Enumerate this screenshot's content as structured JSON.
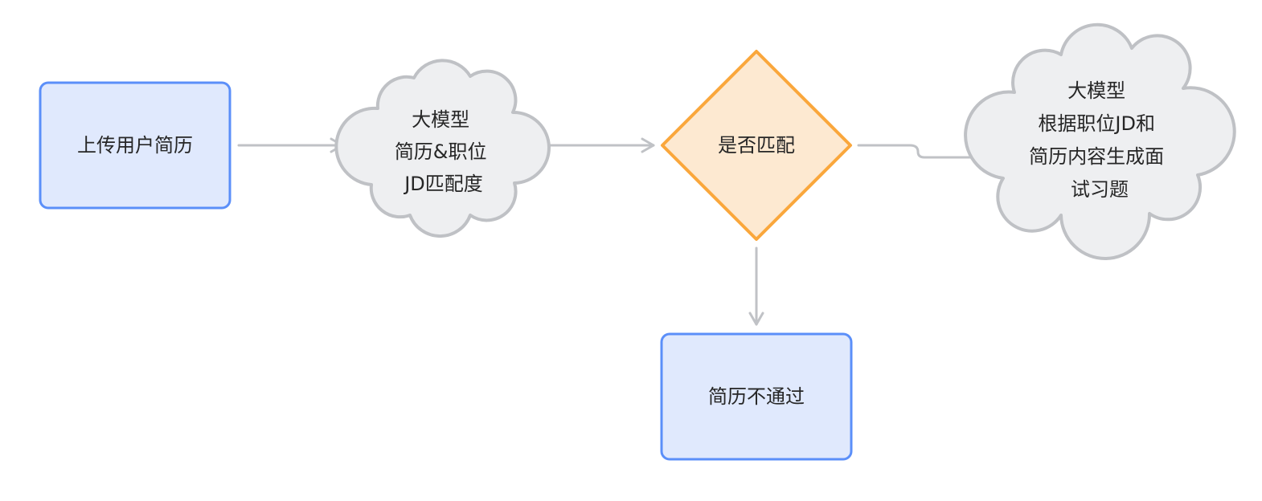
{
  "colors": {
    "canvas_background": "#ffffff",
    "process_fill": "#e0e9fd",
    "process_stroke": "#5b8ff9",
    "cloud_fill": "#eeeff1",
    "cloud_stroke": "#bfc1c5",
    "decision_fill": "#fde9d1",
    "decision_stroke": "#faa73c",
    "connector": "#c0c2c6",
    "text": "#262626"
  },
  "nodes": {
    "upload_resume": {
      "shape": "rounded-rectangle",
      "lines": [
        "上传用户简历"
      ]
    },
    "llm_match_score": {
      "shape": "cloud",
      "lines": [
        "大模型",
        "简历&职位",
        "JD匹配度"
      ]
    },
    "match_decision": {
      "shape": "diamond",
      "lines": [
        "是否匹配"
      ]
    },
    "llm_generate_questions": {
      "shape": "cloud",
      "lines": [
        "大模型",
        "根据职位JD和",
        "简历内容生成面",
        "试习题"
      ]
    },
    "resume_rejected": {
      "shape": "rounded-rectangle",
      "lines": [
        "简历不通过"
      ]
    }
  },
  "edges": [
    {
      "from": "upload_resume",
      "to": "llm_match_score"
    },
    {
      "from": "llm_match_score",
      "to": "match_decision"
    },
    {
      "from": "match_decision",
      "to": "llm_generate_questions"
    },
    {
      "from": "match_decision",
      "to": "resume_rejected"
    }
  ]
}
